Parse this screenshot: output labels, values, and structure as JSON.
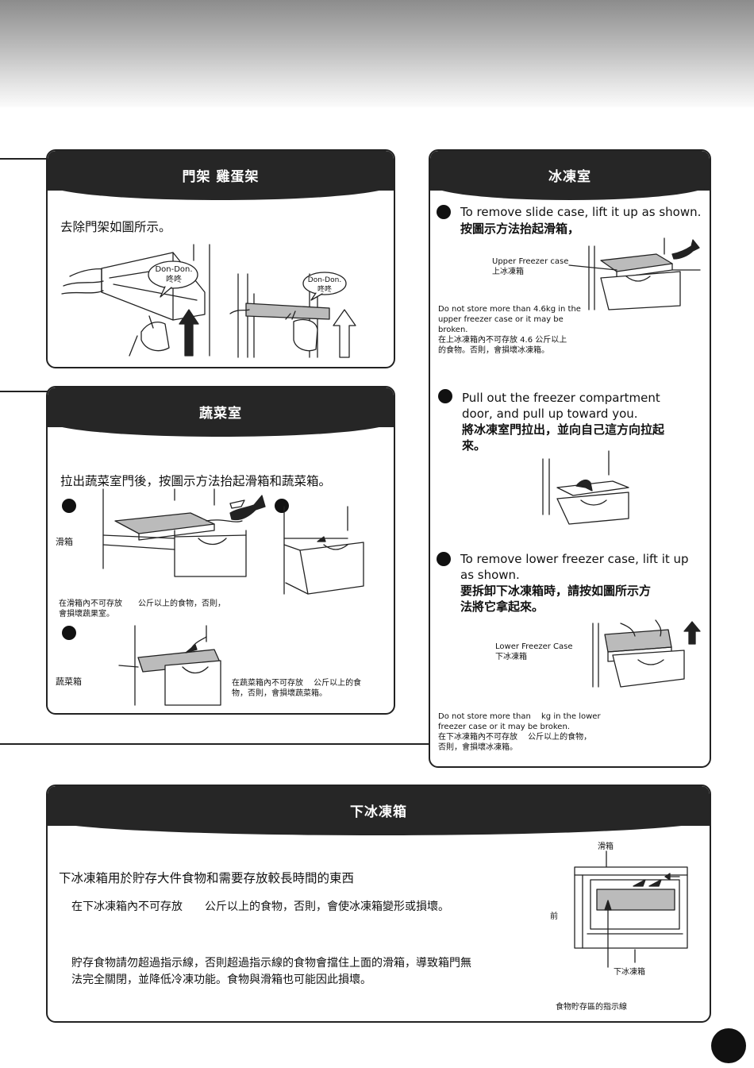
{
  "panel1": {
    "title": "門架 雞蛋架",
    "instruction": "去除門架如圖所示。",
    "sound1_line1": "Don-Don.",
    "sound1_line2": "咚咚",
    "sound2_line1": "Don-Don.",
    "sound2_line2": "咚咚"
  },
  "panel2": {
    "title": "蔬菜室",
    "instruction": "拉出蔬菜室門後，按圖示方法抬起滑箱和蔬菜箱。",
    "label_slide": "滑箱",
    "warning_slide_line1": "在滑箱內不可存放　　公斤以上的食物，否則，",
    "warning_slide_line2": "會損壞蔬果室。",
    "label_veg": "蔬菜箱",
    "warning_veg_line1": "在蔬菜箱內不可存放　 公斤以上的食",
    "warning_veg_line2": "物，否則，會損壞蔬菜箱。"
  },
  "panel3": {
    "title": "冰凍室",
    "step1_en": "To remove slide case, lift it up as shown.",
    "step1_zh": "按圖示方法抬起滑箱，",
    "upper_label_en": "Upper Freezer case",
    "upper_label_zh": "上冰凍箱",
    "warn1_line1": "Do not store more than 4.6kg in the",
    "warn1_line2": "upper freezer case or it may be",
    "warn1_line3": "broken.",
    "warn1_line4": "在上冰凍箱內不可存放 4.6 公斤以上",
    "warn1_line5": "的食物。否則，會損壞冰凍箱。",
    "step2_en_line1": "Pull out the  freezer compartment",
    "step2_en_line2": "door, and pull up toward you.",
    "step2_zh_line1": "將冰凍室門拉出，並向自己這方向拉起",
    "step2_zh_line2": "來。",
    "step3_en_line1": "To remove lower freezer case, lift it up",
    "step3_en_line2": "as shown.",
    "step3_zh_line1": "要拆卸下冰凍箱時，請按如圖所示方",
    "step3_zh_line2": "法將它拿起來。",
    "lower_label_en": "Lower Freezer Case",
    "lower_label_zh": "下冰凍箱",
    "warn2_line1": "Do not store more than 　kg in the lower",
    "warn2_line2": "freezer case or it may be broken.",
    "warn2_line3": "在下冰凍箱內不可存放　 公斤以上的食物，",
    "warn2_line4": "否則，會損壞冰凍箱。"
  },
  "panel4": {
    "title": "下冰凍箱",
    "intro": "下冰凍箱用於貯存大件食物和需要存放較長時間的東西",
    "note1": "在下冰凍箱內不可存放　　公斤以上的食物，否則，會使冰凍箱變形或損壞。",
    "note2_line1": "貯存食物請勿超過指示線，否則超過指示線的食物會擋住上面的滑箱，導致箱門無",
    "note2_line2": "法完全關閉，並降低冷凍功能。食物與滑箱也可能因此損壞。",
    "label_slide": "滑箱",
    "label_front": "前",
    "label_lower": "下冰凍箱",
    "label_line": "食物貯存區的指示線"
  }
}
